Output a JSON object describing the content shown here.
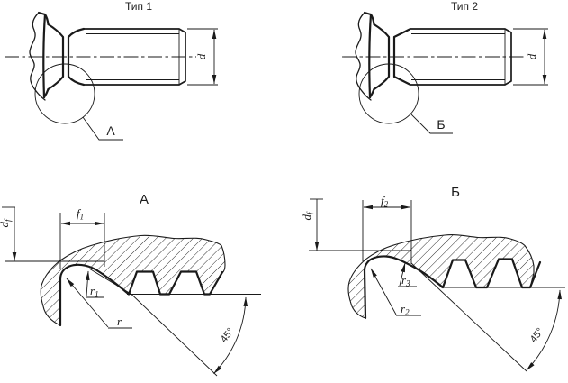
{
  "colors": {
    "background": "#ffffff",
    "line": "#1a1a1a"
  },
  "views": {
    "type1": {
      "title": "Тип 1",
      "diameter_label": "d",
      "detail_callout": "А"
    },
    "type2": {
      "title": "Тип 2",
      "diameter_label": "d",
      "detail_callout": "Б"
    },
    "detail_a": {
      "title": "А",
      "runout_width": {
        "base": "f",
        "sub": "1"
      },
      "groove_diameter": {
        "base": "d",
        "sub": "f"
      },
      "radius_main": {
        "base": "r",
        "sub": ""
      },
      "radius_secondary": {
        "base": "r",
        "sub": "1"
      },
      "angle": "45°"
    },
    "detail_b": {
      "title": "Б",
      "runout_width": {
        "base": "f",
        "sub": "2"
      },
      "groove_diameter": {
        "base": "d",
        "sub": "f"
      },
      "radius_main": {
        "base": "r",
        "sub": "2"
      },
      "radius_secondary": {
        "base": "r",
        "sub": "3"
      },
      "angle": "45°"
    }
  }
}
